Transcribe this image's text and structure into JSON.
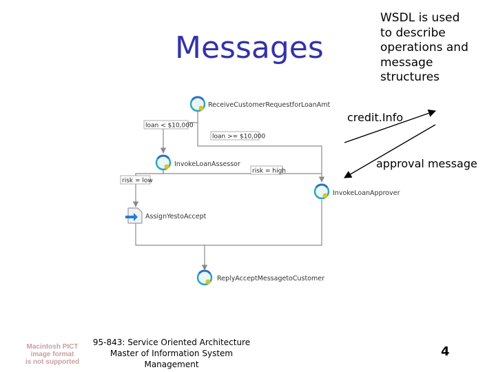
{
  "slide": {
    "title": "Messages",
    "note_lines": [
      "WSDL is used",
      "to describe",
      "operations and",
      "message",
      "structures"
    ],
    "message_labels": {
      "credit_info": "credit.Info",
      "approval": "approval message"
    },
    "page_number": "4"
  },
  "workflow": {
    "nodes": {
      "receive": "ReceiveCustomerRequestforLoanAmt",
      "invoke_assessor": "InvokeLoanAssessor",
      "invoke_approver": "InvokeLoanApprover",
      "assign": "AssignYestoAccept",
      "reply": "ReplyAcceptMessagetoCustomer"
    },
    "conditions": {
      "amount_low": "loan < $10,000",
      "amount_high": "loan >= $10,000",
      "risk_high": "risk = high",
      "risk_low": "risk = low"
    }
  },
  "placeholder": {
    "lines": [
      "Macintosh PICT",
      "image format",
      "is not supported"
    ]
  },
  "footer": {
    "lines": [
      "95-843: Service Oriented Architecture",
      "Master of Information System",
      "Management"
    ]
  },
  "colors": {
    "title": "#3333a8",
    "flow_line": "#8a8a8a",
    "icon_teal": "#2aa8b8",
    "icon_blue": "#2f6fc0",
    "icon_yellow": "#e0c020",
    "placeholder_text": "#c9a0a0"
  }
}
